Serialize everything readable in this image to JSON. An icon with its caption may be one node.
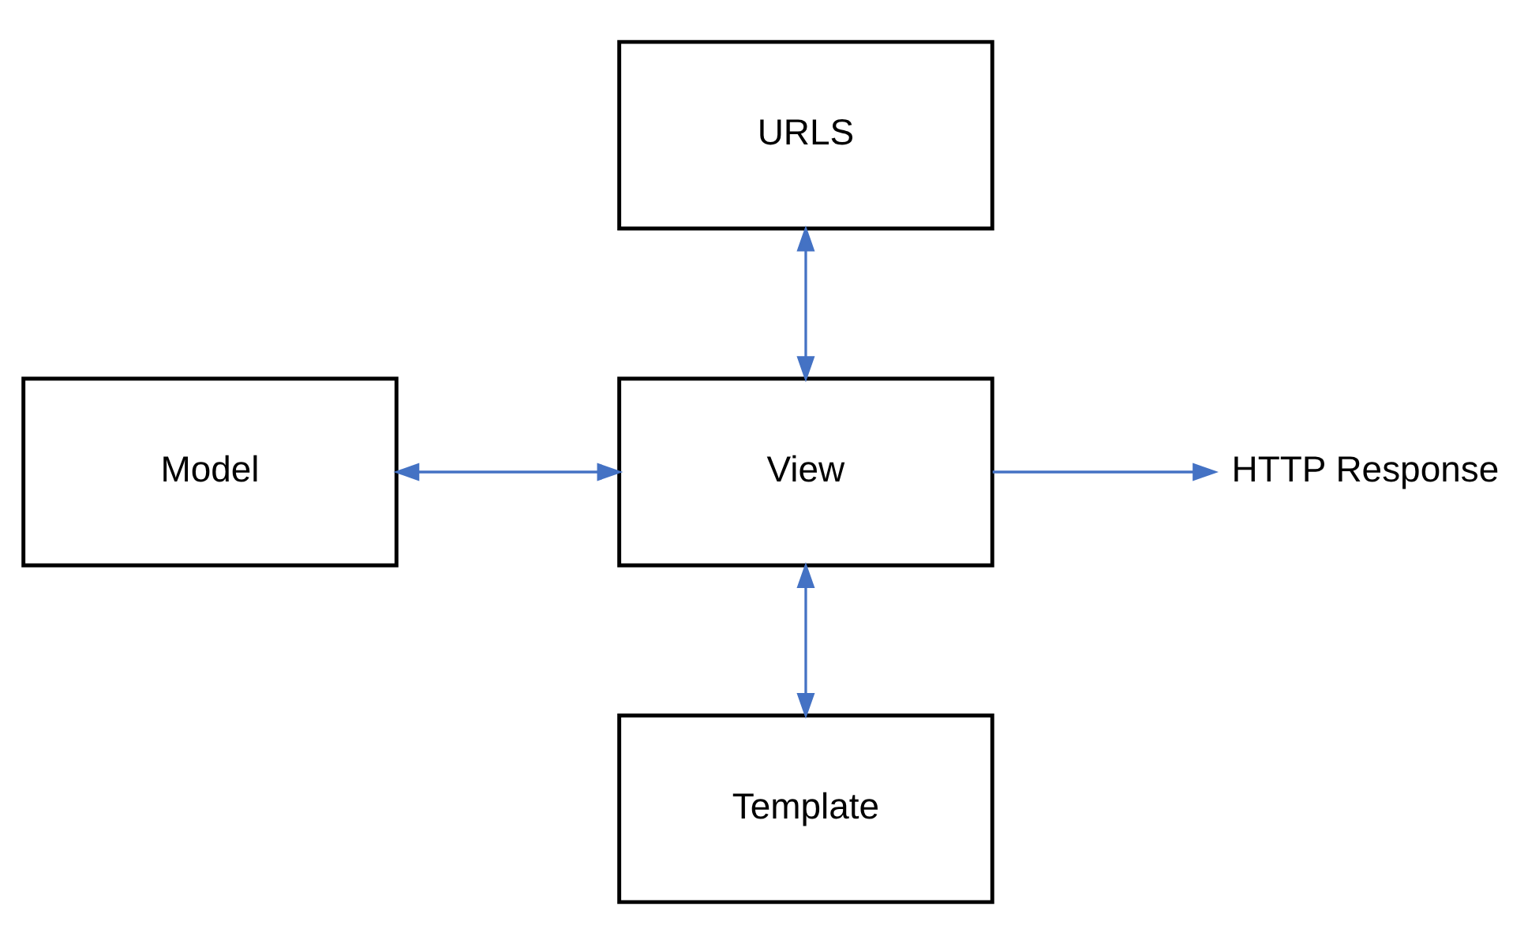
{
  "diagram": {
    "nodes": [
      {
        "text": [
          "URLS"
        ]
      },
      {
        "text": [
          "Model"
        ]
      },
      {
        "text": [
          "View"
        ]
      },
      {
        "text": [
          "HTTP Response"
        ]
      },
      {
        "text": [
          "Template"
        ]
      }
    ],
    "edges": [
      {
        "from": 0,
        "to": 2,
        "arrow": "both"
      },
      {
        "from": 1,
        "to": 2,
        "arrow": "both"
      },
      {
        "from": 2,
        "to": 3,
        "arrow": "to"
      },
      {
        "from": 2,
        "to": 4,
        "arrow": "both"
      }
    ]
  }
}
